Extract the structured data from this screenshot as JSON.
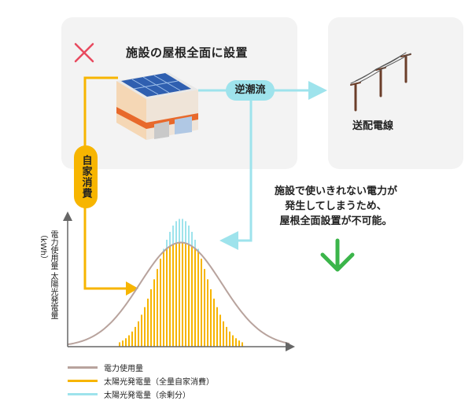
{
  "colors": {
    "panel_bg": "#f3f3f3",
    "self_consumption": "#f7b500",
    "backflow": "#9ee3ec",
    "usage_curve": "#b8a39d",
    "cross": "#e84a5f",
    "arrow_down": "#3bb54a",
    "axis": "#666666"
  },
  "panel": {
    "title": "施設の屋根全面に設置",
    "status_icon": "cross-icon"
  },
  "grid": {
    "label": "送配電線",
    "icon": "power-line-icon"
  },
  "backflow_badge": "逆潮流",
  "self_consumption_badge": "自家消費",
  "message": {
    "line1": "施設で使いきれない電力が",
    "line2": "発生してしまうため、",
    "line3": "屋根全面設置が不可能。"
  },
  "result_icon": "arrow-down-icon",
  "chart": {
    "y_axis_label": "電力使用量 太陽光発電量（kWh）"
  },
  "chart_data": {
    "type": "area",
    "series": [
      {
        "name": "電力使用量",
        "style": "line",
        "color": "#b8a39d",
        "peak": 0.74
      },
      {
        "name": "太陽光発電量（全量自家消費）",
        "style": "striped-area",
        "color": "#f7b500"
      },
      {
        "name": "太陽光発電量（余剰分）",
        "style": "striped-area",
        "color": "#9ee3ec",
        "peak": 0.91
      }
    ],
    "legend": [
      "電力使用量",
      "太陽光発電量（全量自家消費）",
      "太陽光発電量（余剰分）"
    ],
    "legend_position": "bottom-left"
  }
}
